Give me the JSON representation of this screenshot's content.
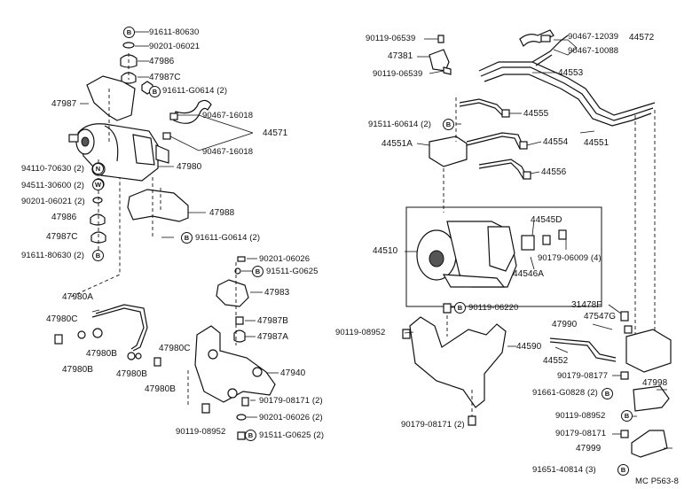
{
  "left": {
    "labels": {
      "p91611_80630_top": "91611-80630",
      "p90201_06021_top": "90201-06021",
      "p47986_top": "47986",
      "p47987c_top": "47987C",
      "p91611_g0614_top": "91611-G0614 (2)",
      "p47987": "47987",
      "p90467_16018_a": "90467-16018",
      "p44571": "44571",
      "p90467_16018_b": "90467-16018",
      "p94110": "94110-70630 (2)",
      "p47980": "47980",
      "p94511": "94511-30600 (2)",
      "p90201_06021_mid": "90201-06021 (2)",
      "p47986_mid": "47986",
      "p47988": "47988",
      "p47987c_mid": "47987C",
      "p91611_g0614_mid": "91611-G0614 (2)",
      "p91611_80630_bot": "91611-80630 (2)",
      "p90201_06026": "90201-06026",
      "p91511_g0625": "91511-G0625",
      "p47983": "47983",
      "p47980a": "47980A",
      "p47980c_left": "47980C",
      "p47987b": "47987B",
      "p47987a": "47987A",
      "p47980b_a": "47980B",
      "p47980b_b": "47980B",
      "p47980c_right": "47980C",
      "p47980b_c": "47980B",
      "p47980b_d": "47980B",
      "p47940": "47940",
      "p90179_08171": "90179-08171 (2)",
      "p90201_06026_2": "90201-06026 (2)",
      "p90119_08952": "90119-08952",
      "p91511_g0625_2": "91511-G0625 (2)"
    }
  },
  "right": {
    "labels": {
      "p90119_06539_a": "90119-06539",
      "p90467_12039": "90467-12039",
      "p44572": "44572",
      "p90467_10088": "90467-10088",
      "p47381": "47381",
      "p44553": "44553",
      "p90119_06539_b": "90119-06539",
      "p91511_60614": "91511-60614 (2)",
      "p44555": "44555",
      "p44551a": "44551A",
      "p44554": "44554",
      "p44551": "44551",
      "p44556": "44556",
      "p44545d": "44545D",
      "p44510": "44510",
      "p90179_06009": "90179-06009 (4)",
      "p44546a": "44546A",
      "p90119_06220": "90119-06220",
      "p31478f": "31478F",
      "p47990": "47990",
      "p47547g": "47547G",
      "p90119_08952": "90119-08952",
      "p44590": "44590",
      "p44552": "44552",
      "p90179_08177": "90179-08177",
      "p47998": "47998",
      "p91661_g0828": "91661-G0828 (2)",
      "p90119_08952_b": "90119-08952",
      "p90179_08171_b": "90179-08171 (2)",
      "p90179_08171_c": "90179-08171",
      "p47999": "47999",
      "p91651_40814": "91651-40814 (3)",
      "footer": "MC P563-8"
    }
  },
  "badges": {
    "b": "B",
    "n": "N",
    "w": "W"
  }
}
